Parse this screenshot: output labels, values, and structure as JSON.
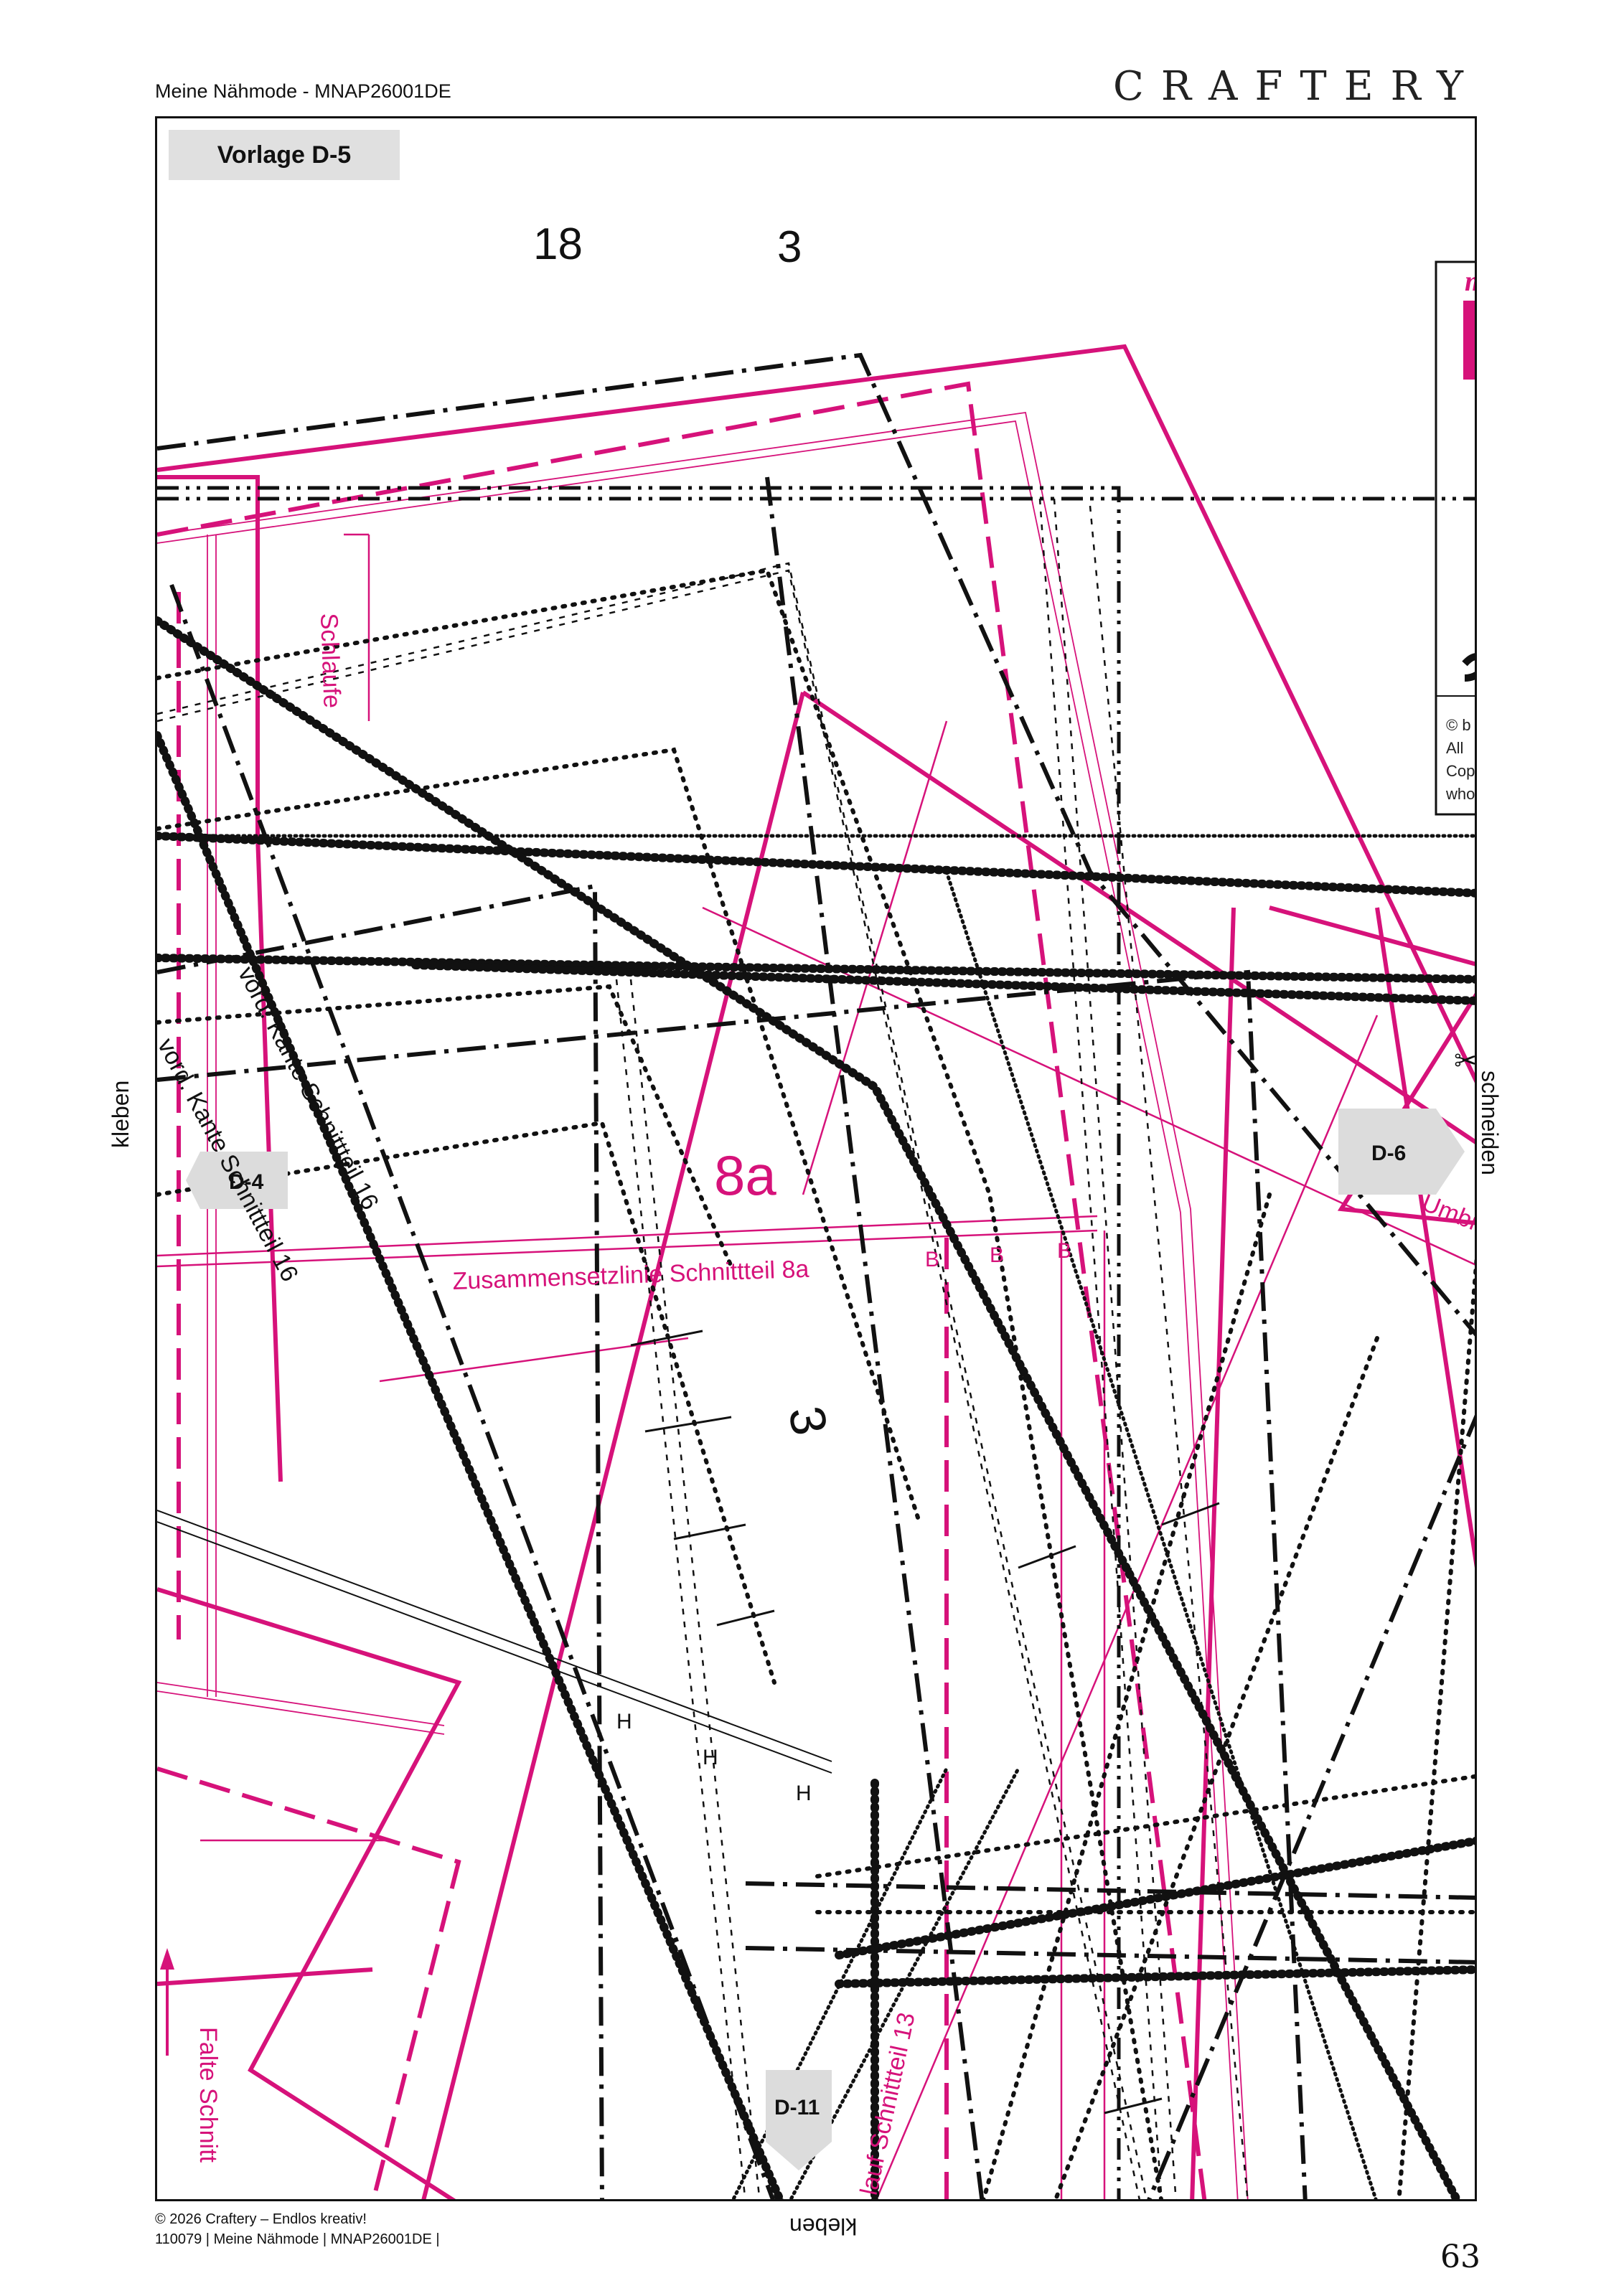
{
  "header": {
    "left_text": "Meine Nähmode - MNAP26001DE",
    "brand": "CRAFTERY"
  },
  "sheet": {
    "label": "Vorlage D-5",
    "size_numbers": [
      "18",
      "3"
    ],
    "piece_name": "8a",
    "piece_number": "3",
    "assembly_line": "Zusammensetzlinie Schnittteil 8a",
    "loop_label": "Schlaufe",
    "front_edge_a": "vord. Kante Schnittteil 16",
    "front_edge_b": "vord. Kante Schnittteil 16",
    "grain_label": "lauf Schnittteil 13",
    "fold_label": "Falte Schnitt",
    "fold_edge_label": "Umbr",
    "marker_b": "B",
    "marker_h": "H",
    "connectors": {
      "left": "D-4",
      "right": "D-6",
      "bottom": "D-11"
    },
    "glue_left": "kleben",
    "cut_right": "schneiden",
    "glue_bottom": "kleben",
    "logo_fragment": "m",
    "copyright_fragment": [
      "© b",
      "All",
      "Cop",
      "who"
    ]
  },
  "footer": {
    "line1": "© 2026 Craftery – Endlos kreativ!",
    "line2": "110079 | Meine Nähmode | MNAP26001DE |",
    "page_number": "63"
  },
  "colors": {
    "magenta": "#d6127a",
    "black": "#111111",
    "tab_gray": "#dcdcdc"
  }
}
